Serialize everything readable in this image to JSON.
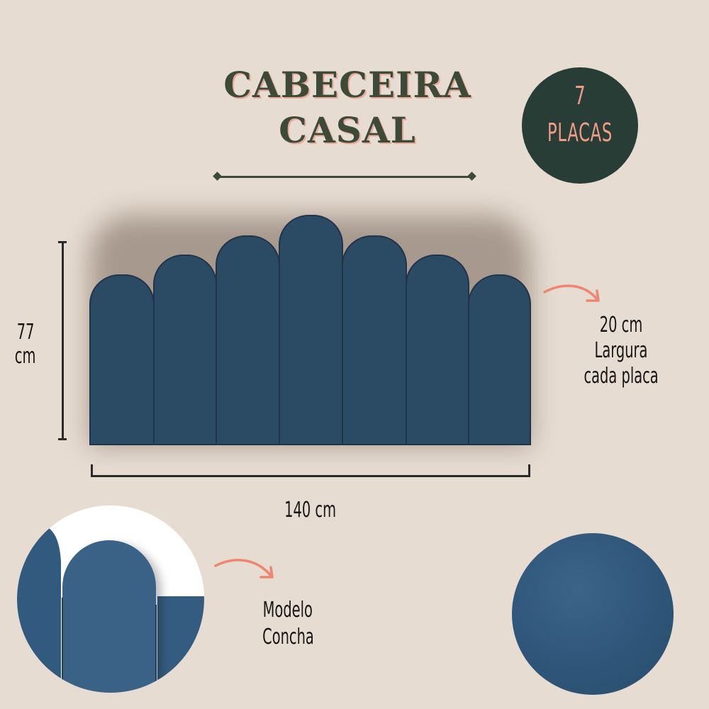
{
  "title": {
    "line1": "CABECEIRA",
    "line2": "CASAL"
  },
  "badge": {
    "count": "7",
    "label": "PLACAS",
    "bg_color": "#283d36",
    "text_color": "#f19c86"
  },
  "headboard": {
    "panel_count": 7,
    "panel_color": "#2a4b63",
    "panel_heights_relative": [
      "short",
      "medium",
      "tall",
      "tallest",
      "tall",
      "medium",
      "short"
    ]
  },
  "dimensions": {
    "height_value": "77",
    "height_unit": "cm",
    "width_label": "140 cm",
    "panel_width_label": "20 cm",
    "panel_width_desc_line1": "Largura",
    "panel_width_desc_line2": "cada placa"
  },
  "model": {
    "line1": "Modelo",
    "line2": "Concha"
  },
  "icons": {
    "arrow": "curved-arrow-right",
    "arrow_color": "#ee8672"
  },
  "colors": {
    "background": "#e6dcd1",
    "title": "#3d4a38",
    "title_shadow": "#e8a89a"
  }
}
